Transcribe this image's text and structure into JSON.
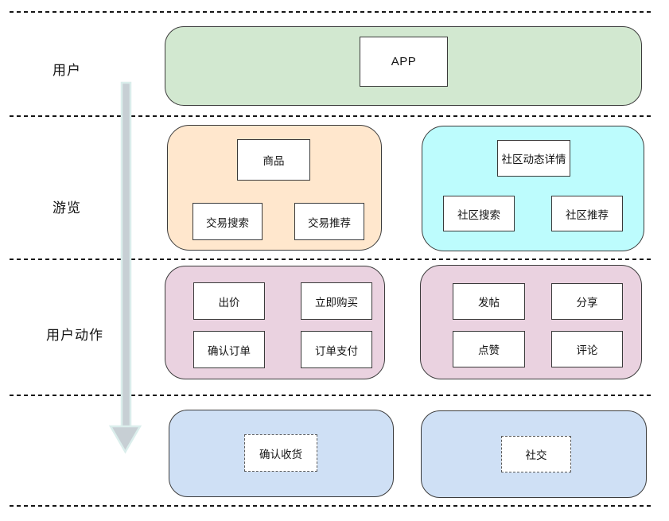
{
  "stages": {
    "user_label": "用户",
    "browse_label": "游览",
    "actions_label": "用户动作"
  },
  "nodes": {
    "app": "APP",
    "trade_parent": "商品",
    "trade_search": "交易搜索",
    "trade_recommend": "交易推荐",
    "community_parent": "社区动态详情",
    "community_search": "社区搜索",
    "community_recommend": "社区推荐",
    "bid": "出价",
    "buy_now": "立即购买",
    "confirm_order": "确认订单",
    "order_pay": "订单支付",
    "post": "发帖",
    "share": "分享",
    "like": "点赞",
    "comment": "评论",
    "confirm_receipt": "确认收货",
    "social": "社交"
  },
  "colors": {
    "stage_user_bg": "#d2e8d0",
    "browse_trade_bg": "#ffe7cd",
    "browse_community_bg": "#bdfcfd",
    "actions_bg": "#ead2e0",
    "outcome_bg": "#cfe0f5",
    "arrow_fill": "#c7cfd4",
    "arrow_glow": "#dbeeec",
    "divider": "#161616"
  }
}
